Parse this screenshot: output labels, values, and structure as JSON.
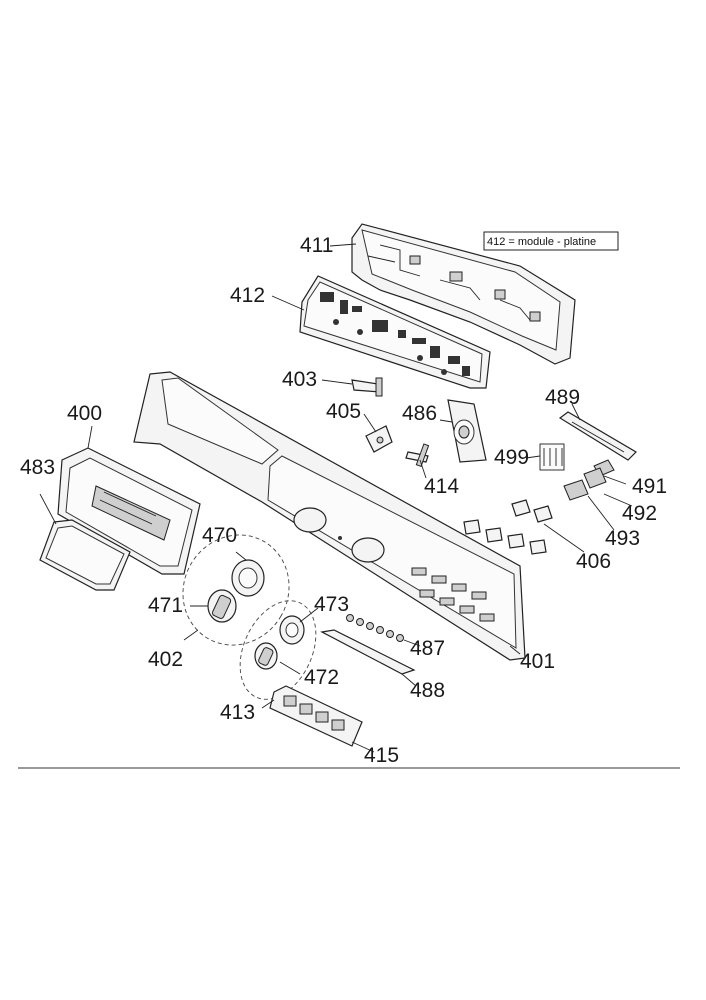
{
  "note": {
    "text": "412 = module - platine"
  },
  "labels": {
    "l411": "411",
    "l412": "412",
    "l403": "403",
    "l400": "400",
    "l405": "405",
    "l486": "486",
    "l489": "489",
    "l483": "483",
    "l499": "499",
    "l414": "414",
    "l491": "491",
    "l470": "470",
    "l492": "492",
    "l493": "493",
    "l406": "406",
    "l471": "471",
    "l473": "473",
    "l487": "487",
    "l402": "402",
    "l401": "401",
    "l472": "472",
    "l488": "488",
    "l413": "413",
    "l415": "415"
  }
}
